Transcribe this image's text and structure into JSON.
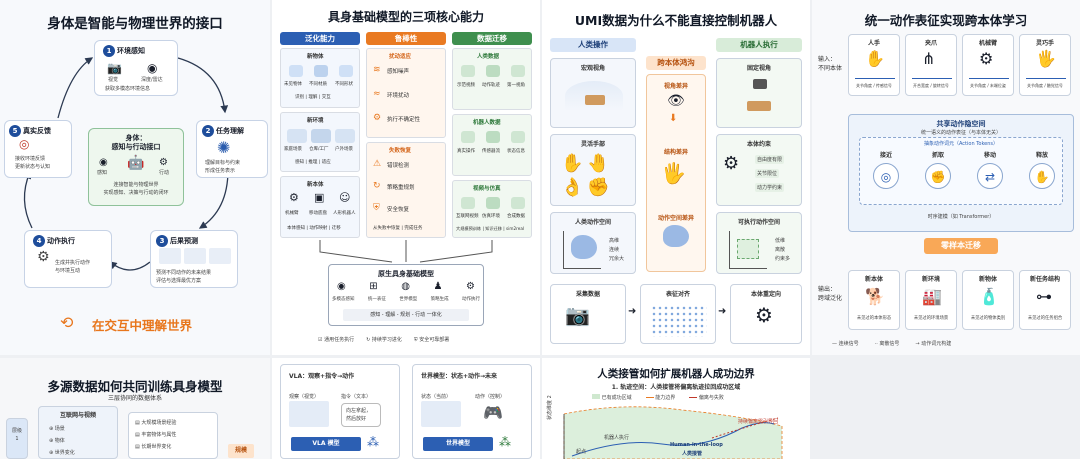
{
  "t1": {
    "title": "身体是智能与物理世界的接口",
    "n1": "1",
    "c1_title": "环境感知",
    "c1_a": "视觉",
    "c1_b": "深度/雷达",
    "c1_desc": "获取多模态环境信息",
    "n2": "2",
    "c2_title": "任务理解",
    "c2_desc1": "理解目标与约束",
    "c2_desc2": "形成任务表示",
    "n3": "3",
    "c3_title": "后果预测",
    "c3_desc1": "预测不同动作的未来结果",
    "c3_desc2": "评估与选择最优方案",
    "n4": "4",
    "c4_title": "动作执行",
    "c4_desc1": "生成并执行动作",
    "c4_desc2": "与环境互动",
    "n5": "5",
    "c5_title": "真实反馈",
    "c5_desc1": "接收环境反馈",
    "c5_desc2": "更新状态与认知",
    "center_title1": "身体：",
    "center_title2": "感知与行动接口",
    "center_a": "感知",
    "center_b": "行动",
    "center_desc1": "连接智能与物理世界",
    "center_desc2": "实现感知、决策与行动的闭环",
    "bottom": "在交互中理解世界"
  },
  "t2": {
    "title": "具身基础模型的三项核心能力",
    "col1": "泛化能力",
    "col2": "鲁棒性",
    "col3": "数据迁移",
    "c1s1": "新物体",
    "c1s1l": [
      "未见物体",
      "不同材质",
      "不同形状"
    ],
    "c1s1f": "识别 | 理解 | 交互",
    "c1s2": "新环境",
    "c1s2l": [
      "家庭场景",
      "仓库/工厂",
      "户外场景"
    ],
    "c1s2f": "感知 | 推理 | 适应",
    "c1s3": "新本体",
    "c1s3l": [
      "机械臂",
      "移动底盘",
      "人形机器人"
    ],
    "c1s3f": "本体感知 | 动作映射 | 迁移",
    "c2s1": "扰动适应",
    "c2s1a": "感知噪声",
    "c2s1b": "环境扰动",
    "c2s1c": "执行不确定性",
    "c2s2": "失败恢复",
    "c2s2a": "错误检测",
    "c2s2b": "策略重规划",
    "c2s2c": "安全恢复",
    "c2s2f": "从失败中恢复 | 完成任务",
    "c3s1": "人类数据",
    "c3s1l": [
      "示范视频",
      "动作轨迹",
      "第一视角"
    ],
    "c3s2": "机器人数据",
    "c3s2l": [
      "真实操作",
      "传感器流",
      "状态信息"
    ],
    "c3s3": "视频与仿真",
    "c3s3l": [
      "互联网视频",
      "仿真环境",
      "合成数据"
    ],
    "c3s3f": "大规模预训练 | 知识迁移 | sim2real",
    "model_title": "原生具身基础模型",
    "model_items": [
      "多模态感知",
      "统一表征",
      "世界模型",
      "策略生成",
      "动作执行"
    ],
    "model_foot": "感知 - 理解 - 规划 - 行动 一体化",
    "footer": [
      "通用任务执行",
      "持续学习进化",
      "安全可靠部署"
    ]
  },
  "t3": {
    "title": "UMI数据为什么不能直接控制机器人",
    "left_hdr": "人类操作",
    "mid_hdr": "跨本体鸿沟",
    "right_hdr": "机器人执行",
    "l1": "宏观视角",
    "l2": "灵活手部",
    "l3": "人类动作空间",
    "l3a": "高维",
    "l3b": "连续",
    "l3c": "冗余大",
    "m1": "视角差异",
    "m2": "结构差异",
    "m3": "动作空间差异",
    "r1": "固定视角",
    "r2": "本体约束",
    "r2a": "自由度有限",
    "r2b": "关节限位",
    "r2c": "动力学约束",
    "r3": "可执行动作空间",
    "r3a": "低维",
    "r3b": "离散",
    "r3c": "约束多",
    "b1": "采集数据",
    "b2": "表征对齐",
    "b3": "本体重定向"
  },
  "t4": {
    "title": "统一动作表征实现跨本体学习",
    "input_lbl1": "输入：",
    "input_lbl2": "不同本体",
    "bodies": [
      "人手",
      "夹爪",
      "机械臂",
      "灵巧手"
    ],
    "body_sub": [
      "关节角度 / 传感信号",
      "开合宽度 / 旋转信号",
      "关节角度 / 末端位姿",
      "关节角度 / 触觉信号"
    ],
    "space_title": "共享动作隐空间",
    "space_sub": "统一语义的动作表征（与本体无关）",
    "tokens_title": "抽象动作词元（Action Tokens）",
    "tokens": [
      "接近",
      "抓取",
      "移动",
      "释放"
    ],
    "seq": "时序建模（如 Transformer）",
    "zs": "零样本迁移",
    "output_lbl1": "输出：",
    "output_lbl2": "跨域泛化",
    "outs": [
      "新本体",
      "新环境",
      "新物体",
      "新任务结构"
    ],
    "outs_sub": [
      "未见过的本体形态",
      "未见过的环境场景",
      "未见过的物体类别",
      "未见过的任务组合"
    ],
    "legend": [
      "连续信号",
      "离散信号",
      "动作词元构建"
    ]
  },
  "t5": {
    "title": "多源数据如何共同训练具身模型",
    "subtitle": "三层协同的数据体系",
    "layer": "层级",
    "layer_n": "1",
    "section": "互联网与视频",
    "items": [
      "场景",
      "物体",
      "世界变化"
    ],
    "right_items": [
      "大规模场景经验",
      "丰富物体与属性",
      "长期世界变化"
    ],
    "tag": "规模"
  },
  "t6": {
    "left_title": "VLA：观察+指令→动作",
    "right_title": "世界模型：状态+动作→未来",
    "in1": "观察（视觉）",
    "in2": "指令（文本）",
    "bubble1": "向左拿起，",
    "bubble2": "然后放好",
    "vla": "VLA 模型",
    "ws": "状态（当前）",
    "wa": "动作（控制）",
    "wm": "世界模型"
  },
  "t7": {
    "title": "人类接管如何扩展机器人成功边界",
    "sub": "1. 轨迹空间：人类接管将偏离轨迹拉回成功区域",
    "legend": [
      "已有成功区域",
      "能力边界",
      "偏离与失败"
    ],
    "r1": "机器人执行",
    "r2": "起点",
    "hitl1": "Human-in-the-loop",
    "hitl2": "人类接管",
    "warn": "持续偏离需引导回",
    "ylab": "状态维度 2"
  }
}
